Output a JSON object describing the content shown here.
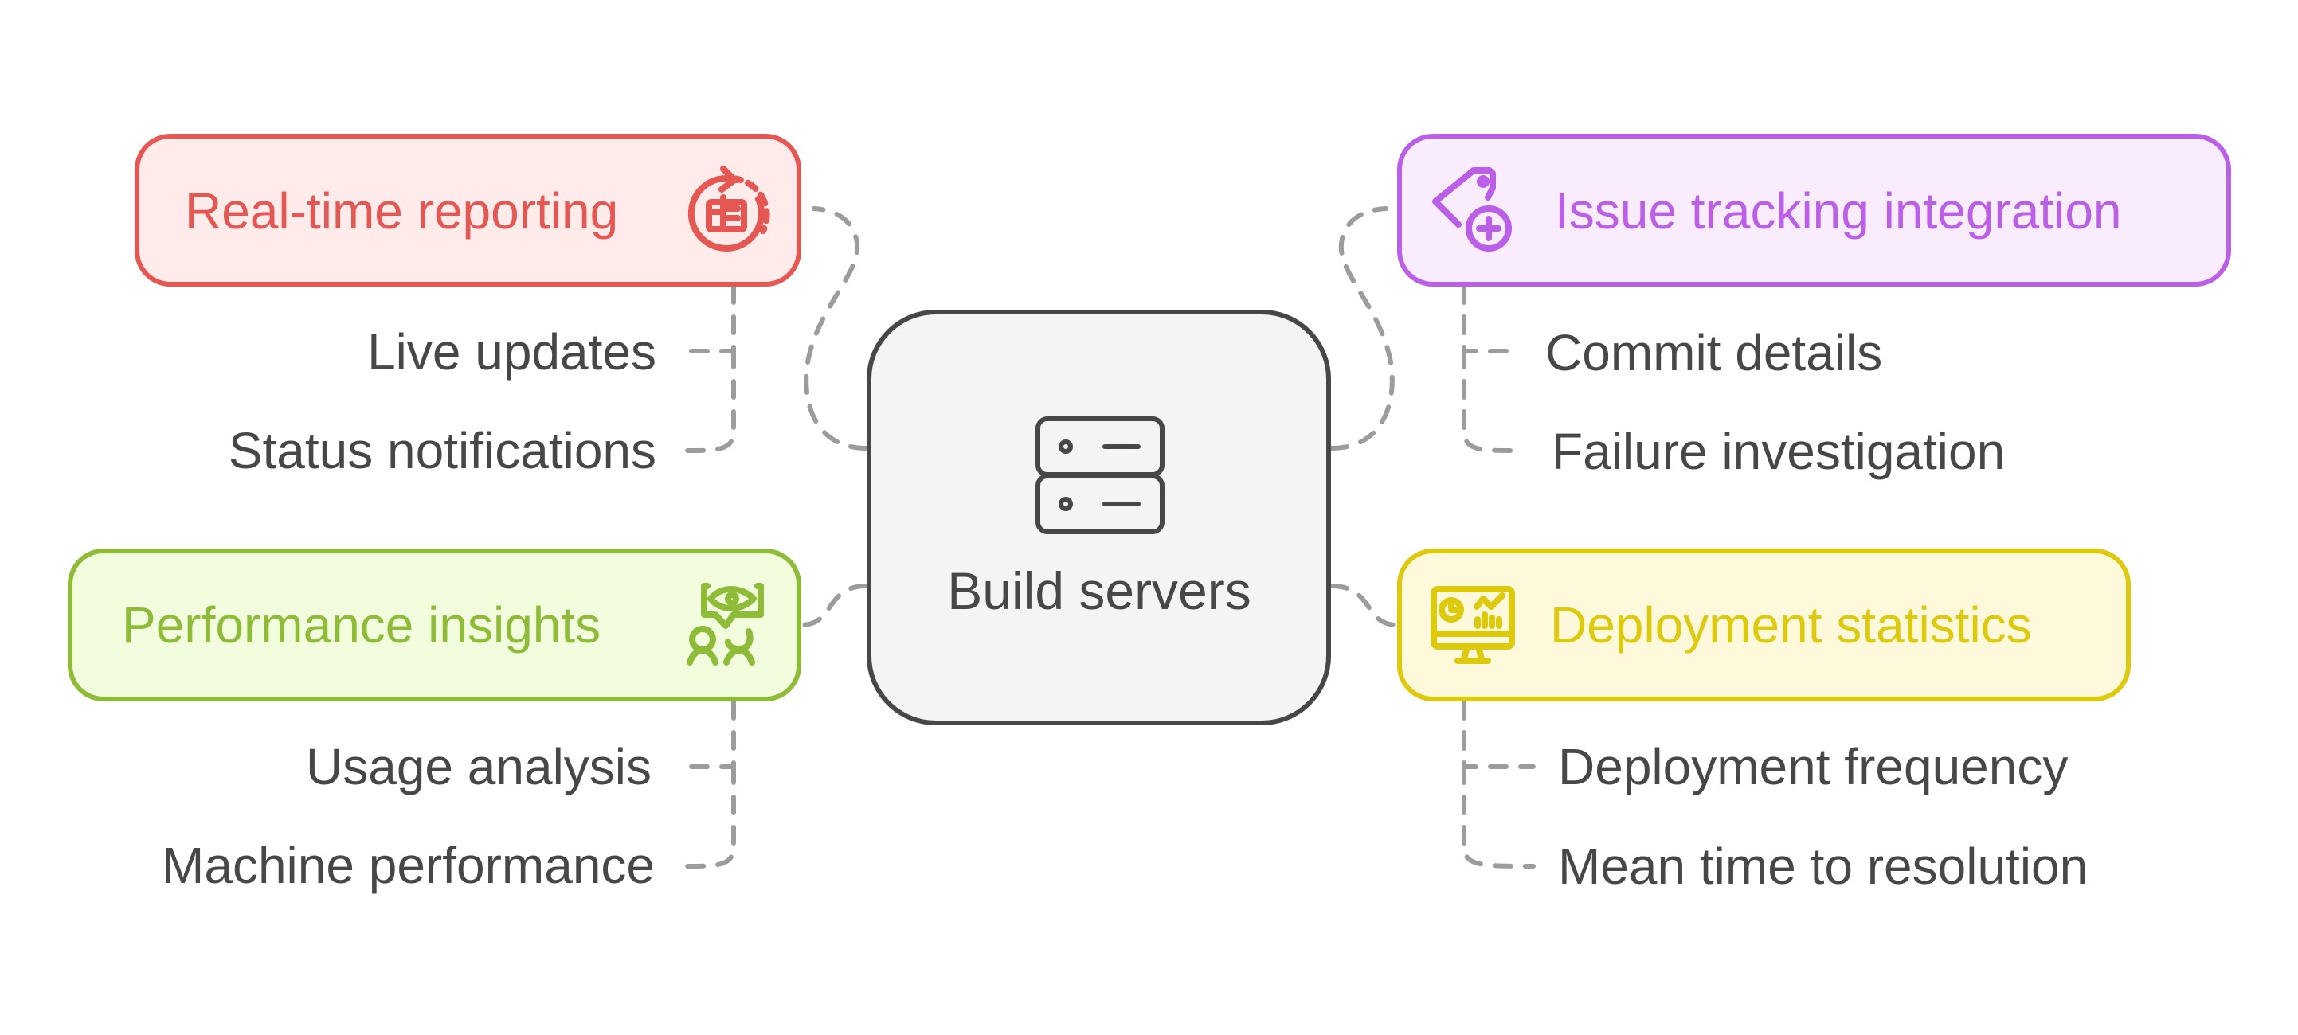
{
  "diagram": {
    "center": {
      "label": "Build servers",
      "icon": "server-stack-icon",
      "stroke": "#474747",
      "fill": "#f4f4f4"
    },
    "branches": [
      {
        "id": "real-time-reporting",
        "title": "Real-time reporting",
        "icon": "refresh-report-icon",
        "stroke": "#e55753",
        "fill": "#ffebea",
        "items": [
          "Live updates",
          "Status notifications"
        ]
      },
      {
        "id": "issue-tracking-integration",
        "title": "Issue tracking integration",
        "icon": "tag-add-icon",
        "stroke": "#bb5fe6",
        "fill": "#f9ecfd",
        "items": [
          "Commit details",
          "Failure investigation"
        ]
      },
      {
        "id": "performance-insights",
        "title": "Performance insights",
        "icon": "people-observe-icon",
        "stroke": "#8fbc38",
        "fill": "#f1fddc",
        "items": [
          "Usage analysis",
          "Machine performance"
        ]
      },
      {
        "id": "deployment-statistics",
        "title": "Deployment statistics",
        "icon": "monitor-analytics-icon",
        "stroke": "#ddc90e",
        "fill": "#fef9db",
        "items": [
          "Deployment frequency",
          "Mean time to resolution"
        ]
      }
    ],
    "connector_color": "#9c9c9c"
  }
}
